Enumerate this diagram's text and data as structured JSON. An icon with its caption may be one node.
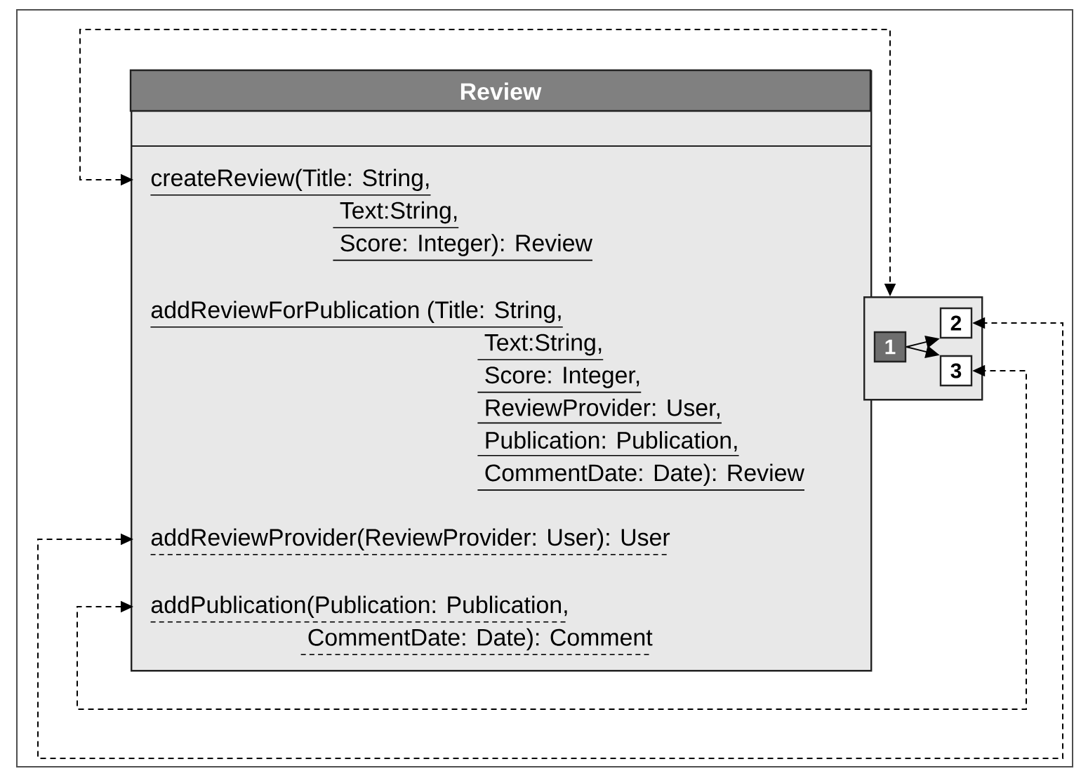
{
  "diagram": {
    "nodes": [
      {
        "text": [
          "Review"
        ]
      },
      {
        "text": [
          "createReview(Title: String, Text:String, Score: Integer): Review"
        ],
        "in": 0
      },
      {
        "text": [
          "addReviewForPublication (Title: String, Text:String, Score: Integer, ReviewProvider: User, Publication: Publication, CommentDate: Date): Review"
        ],
        "in": 0
      },
      {
        "text": [
          "addReviewProvider(ReviewProvider: User): User"
        ],
        "in": 0
      },
      {
        "text": [
          "addPublication(Publication: Publication, CommentDate: Date): Comment"
        ],
        "in": 0
      },
      {
        "text": [],
        "shape": "box"
      },
      {
        "text": [
          "1"
        ],
        "in": 5
      },
      {
        "text": [
          "2"
        ],
        "in": 5
      },
      {
        "text": [
          "3"
        ],
        "in": 5
      }
    ],
    "edges": [
      {
        "from": 1,
        "to": 5,
        "arrow": "both",
        "style": "dashed"
      },
      {
        "from": 3,
        "to": 7,
        "arrow": "both",
        "style": "dashed"
      },
      {
        "from": 4,
        "to": 8,
        "arrow": "both",
        "style": "dashed"
      },
      {
        "from": 6,
        "to": 7,
        "arrow": "to"
      },
      {
        "from": 6,
        "to": 8,
        "arrow": "to"
      }
    ]
  }
}
